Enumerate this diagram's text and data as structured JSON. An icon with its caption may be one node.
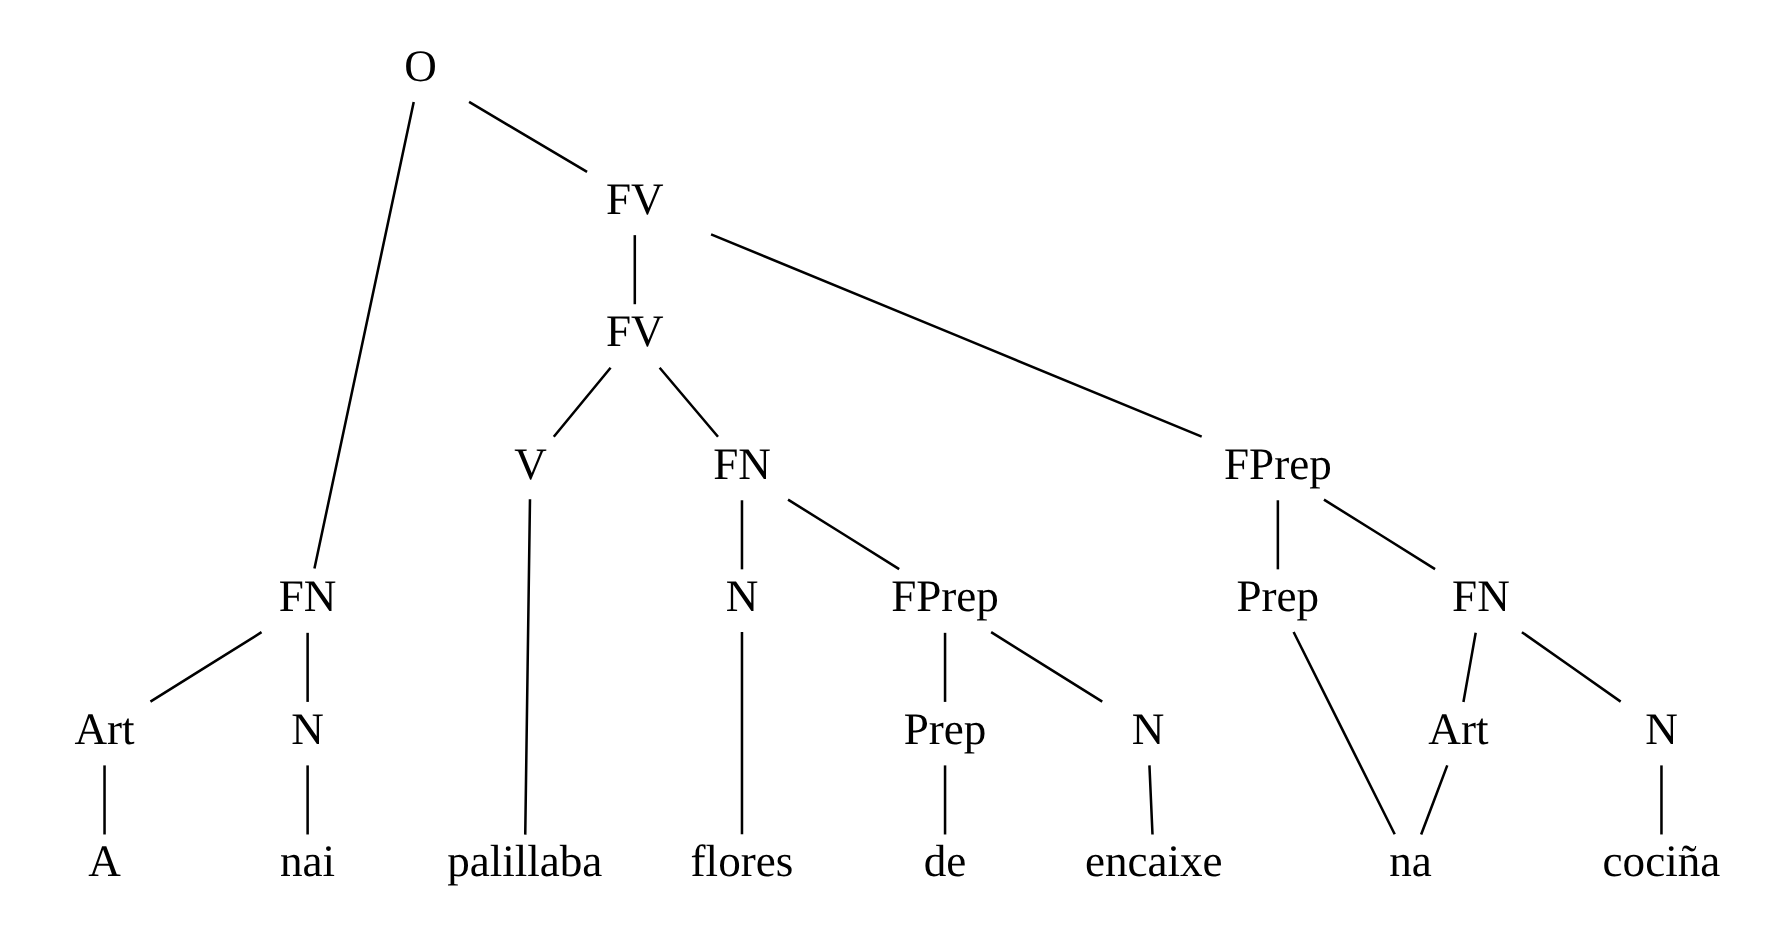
{
  "diagram": {
    "nodes": [
      {
        "text": [
          "O"
        ]
      },
      {
        "text": [
          "FN"
        ]
      },
      {
        "text": [
          "FV"
        ]
      },
      {
        "text": [
          "Art"
        ]
      },
      {
        "text": [
          "N"
        ]
      },
      {
        "text": [
          "FV"
        ]
      },
      {
        "text": [
          "FPrep"
        ]
      },
      {
        "text": [
          "V"
        ]
      },
      {
        "text": [
          "FN"
        ]
      },
      {
        "text": [
          "Prep"
        ]
      },
      {
        "text": [
          "FN"
        ]
      },
      {
        "text": [
          "N"
        ]
      },
      {
        "text": [
          "FPrep"
        ]
      },
      {
        "text": [
          "Art"
        ]
      },
      {
        "text": [
          "N"
        ]
      },
      {
        "text": [
          "Prep"
        ]
      },
      {
        "text": [
          "N"
        ]
      },
      {
        "text": [
          "A"
        ]
      },
      {
        "text": [
          "nai"
        ]
      },
      {
        "text": [
          "palillaba"
        ]
      },
      {
        "text": [
          "flores"
        ]
      },
      {
        "text": [
          "de"
        ]
      },
      {
        "text": [
          "encaixe"
        ]
      },
      {
        "text": [
          "na"
        ]
      },
      {
        "text": [
          "cociña"
        ]
      }
    ],
    "edges": [
      {
        "from": 0,
        "to": 1,
        "arrow": "none"
      },
      {
        "from": 0,
        "to": 2,
        "arrow": "none"
      },
      {
        "from": 1,
        "to": 3,
        "arrow": "none"
      },
      {
        "from": 1,
        "to": 4,
        "arrow": "none"
      },
      {
        "from": 3,
        "to": 17,
        "arrow": "none"
      },
      {
        "from": 4,
        "to": 18,
        "arrow": "none"
      },
      {
        "from": 2,
        "to": 5,
        "arrow": "none"
      },
      {
        "from": 2,
        "to": 6,
        "arrow": "none"
      },
      {
        "from": 5,
        "to": 7,
        "arrow": "none"
      },
      {
        "from": 5,
        "to": 8,
        "arrow": "none"
      },
      {
        "from": 7,
        "to": 19,
        "arrow": "none"
      },
      {
        "from": 8,
        "to": 11,
        "arrow": "none"
      },
      {
        "from": 8,
        "to": 12,
        "arrow": "none"
      },
      {
        "from": 11,
        "to": 20,
        "arrow": "none"
      },
      {
        "from": 12,
        "to": 15,
        "arrow": "none"
      },
      {
        "from": 12,
        "to": 16,
        "arrow": "none"
      },
      {
        "from": 15,
        "to": 21,
        "arrow": "none"
      },
      {
        "from": 16,
        "to": 22,
        "arrow": "none"
      },
      {
        "from": 6,
        "to": 9,
        "arrow": "none"
      },
      {
        "from": 6,
        "to": 10,
        "arrow": "none"
      },
      {
        "from": 10,
        "to": 13,
        "arrow": "none"
      },
      {
        "from": 10,
        "to": 14,
        "arrow": "none"
      },
      {
        "from": 9,
        "to": 23,
        "arrow": "none"
      },
      {
        "from": 13,
        "to": 23,
        "arrow": "none"
      },
      {
        "from": 14,
        "to": 24,
        "arrow": "none"
      }
    ]
  }
}
